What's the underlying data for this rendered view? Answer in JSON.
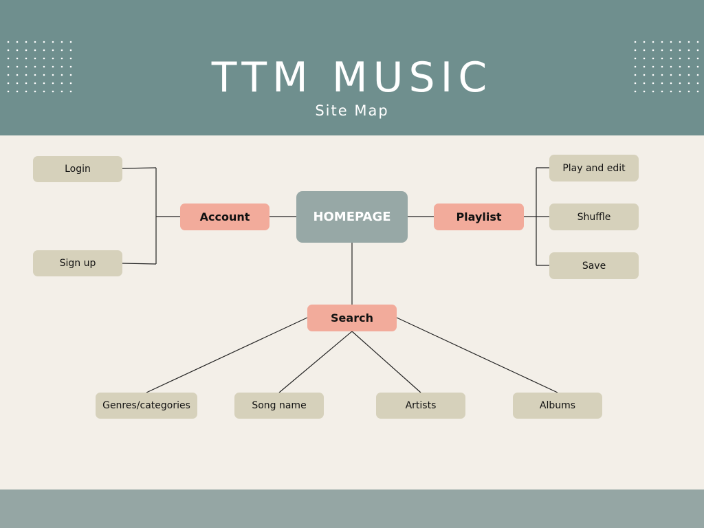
{
  "header": {
    "title": "TTM MUSIC",
    "subtitle": "Site Map"
  },
  "diagram": {
    "root": "HOMEPAGE",
    "categories": {
      "account": "Account",
      "playlist": "Playlist",
      "search": "Search"
    },
    "account_items": [
      "Login",
      "Sign up"
    ],
    "playlist_items": [
      "Play and edit",
      "Shuffle",
      "Save"
    ],
    "search_items": [
      "Genres/categories",
      "Song name",
      "Artists",
      "Albums"
    ]
  },
  "colors": {
    "header_bg": "#6f8f8e",
    "page_bg": "#f3efe8",
    "footer_bg": "#95a6a4",
    "category_fill": "#f2ab9b",
    "leaf_fill": "#d6d1bb",
    "root_fill": "#97a8a6"
  }
}
